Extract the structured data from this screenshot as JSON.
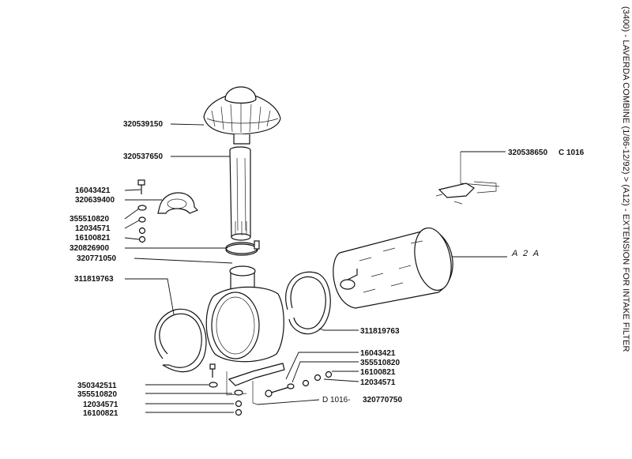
{
  "caption": "(3400) - LAVERDA COMBINE (1/86-12/92) > (A12) - EXTENSION FOR INTAKE FILTER",
  "labels": {
    "cap": "320539150",
    "pipe": "320537650",
    "screw_top": "16043421",
    "clamp_bracket": "320639400",
    "washer_top": "355510820",
    "lockwasher_top": "12034571",
    "nut_top": "16100821",
    "hose_clamp": "320826900",
    "elbow": "320771050",
    "ring_left": "311819763",
    "ring_right": "311819763",
    "bracket_right": "320538650",
    "bracket_right_suffix": "C 1016",
    "filter_ref": "A 2 A",
    "screw_bottom_right": "16043421",
    "washer_bottom_right": "355510820",
    "nut_bottom_right": "16100821",
    "lockwasher_bottom_right": "12034571",
    "screw_bottom_left": "350342511",
    "washer_bottom_left": "355510820",
    "lockwasher_bottom_left": "12034571",
    "nut_bottom_left": "16100821",
    "strap_prefix": "D 1016-",
    "strap": "320770750"
  }
}
